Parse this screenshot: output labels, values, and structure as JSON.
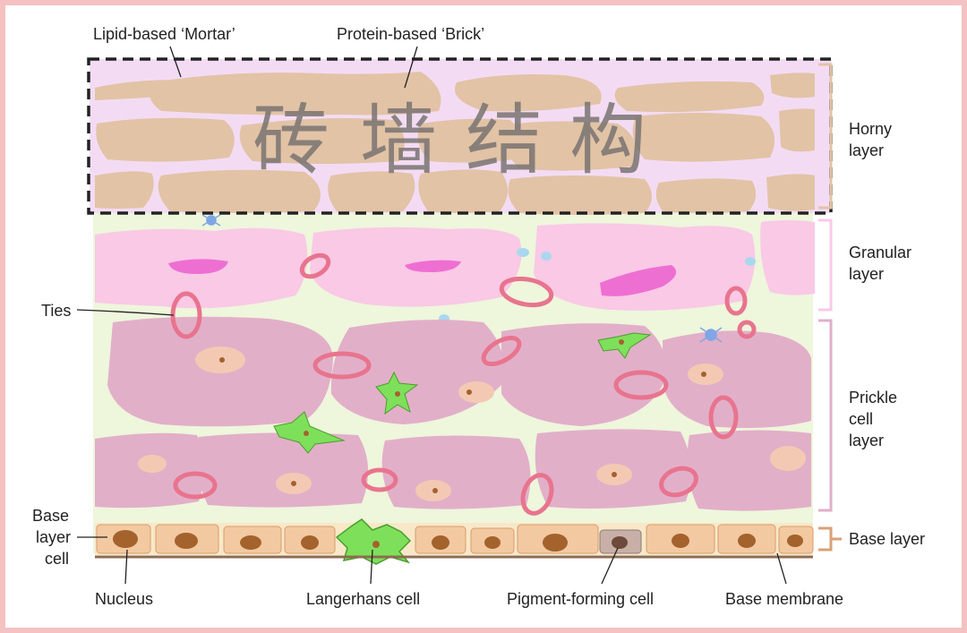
{
  "diagram": {
    "labels": {
      "lipid_mortar": "Lipid-based ‘Mortar’",
      "protein_brick": "Protein-based ‘Brick’",
      "ties": "Ties",
      "base_layer_cell": [
        "Base",
        "layer",
        "cell"
      ],
      "nucleus": "Nucleus",
      "langerhans_cell": "Langerhans cell",
      "pigment_forming_cell": "Pigment-forming cell",
      "base_membrane": "Base membrane"
    },
    "layers": {
      "horny": [
        "Horny",
        "layer"
      ],
      "granular": [
        "Granular",
        "layer"
      ],
      "prickle": [
        "Prickle",
        "cell",
        "layer"
      ],
      "base": "Base layer"
    },
    "watermark": [
      "砖",
      "墙",
      "结",
      "构"
    ],
    "colors": {
      "brick": "#e2c3a6",
      "mortar": "#f3dcf3",
      "granular": "#f9c9e6",
      "prickle": "#e2afc9",
      "background": "#eef6dc",
      "ties": "#e8748e",
      "langerhans": "#7ee05a",
      "base_cell": "#f3c9a2",
      "nucleus": "#a4622c",
      "border": "#f4c2c2"
    }
  }
}
